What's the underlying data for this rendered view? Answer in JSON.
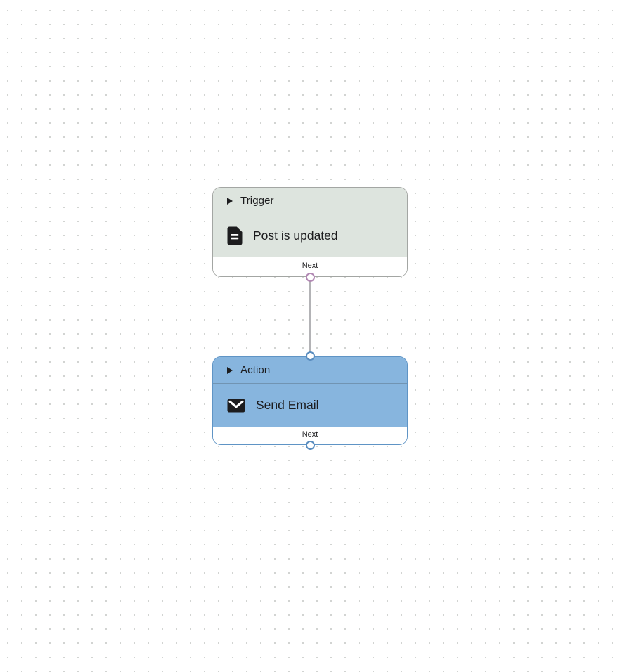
{
  "canvas": {
    "grid_dot_color": "#d2d4d2",
    "edge": {
      "from": "trigger-node",
      "to": "action-node",
      "color": "#b3b3b6"
    },
    "nodes": [
      {
        "type_label": "Trigger",
        "title": "Post is updated",
        "next_label": "Next",
        "icon": "document-icon",
        "colors": {
          "background": "#dde4de",
          "border": "#a3a6a3",
          "divider": "#afb5af",
          "port": "#b289b4"
        }
      },
      {
        "type_label": "Action",
        "title": "Send Email",
        "next_label": "Next",
        "icon": "envelope-icon",
        "colors": {
          "background": "#87b5de",
          "border": "#5f94c5",
          "divider": "#7194b2",
          "port": "#5a8dbf"
        }
      }
    ]
  }
}
